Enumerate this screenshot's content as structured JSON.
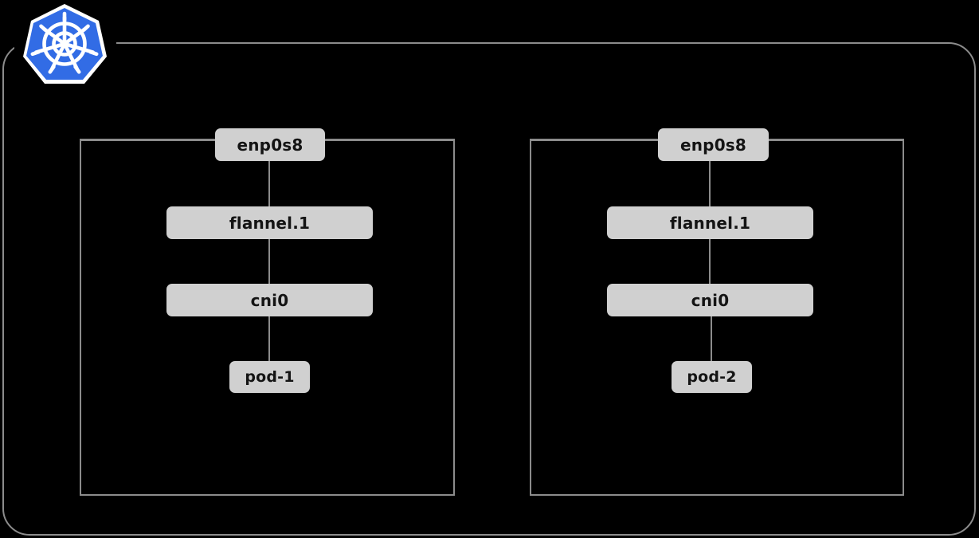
{
  "diagram": {
    "title": "Kubernetes flannel pod networking",
    "background_color": "#000000",
    "line_color": "#8c8c8c",
    "box_fill_color": "#d0d0d0",
    "box_text_color": "#141414",
    "logo": {
      "name": "kubernetes-logo",
      "brand_color": "#326ce5",
      "wheel_color": "#ffffff",
      "spokes": 7
    },
    "cluster": {
      "name": "kubernetes-cluster"
    },
    "nodes": [
      {
        "id": "node-1",
        "interfaces": [
          {
            "id": "enp0s8-node-1",
            "label": "enp0s8"
          },
          {
            "id": "flannel-node-1",
            "label": "flannel.1"
          },
          {
            "id": "cni0-node-1",
            "label": "cni0"
          }
        ],
        "pod": {
          "id": "pod-1",
          "label": "pod-1"
        }
      },
      {
        "id": "node-2",
        "interfaces": [
          {
            "id": "enp0s8-node-2",
            "label": "enp0s8"
          },
          {
            "id": "flannel-node-2",
            "label": "flannel.1"
          },
          {
            "id": "cni0-node-2",
            "label": "cni0"
          }
        ],
        "pod": {
          "id": "pod-2",
          "label": "pod-2"
        }
      }
    ]
  }
}
